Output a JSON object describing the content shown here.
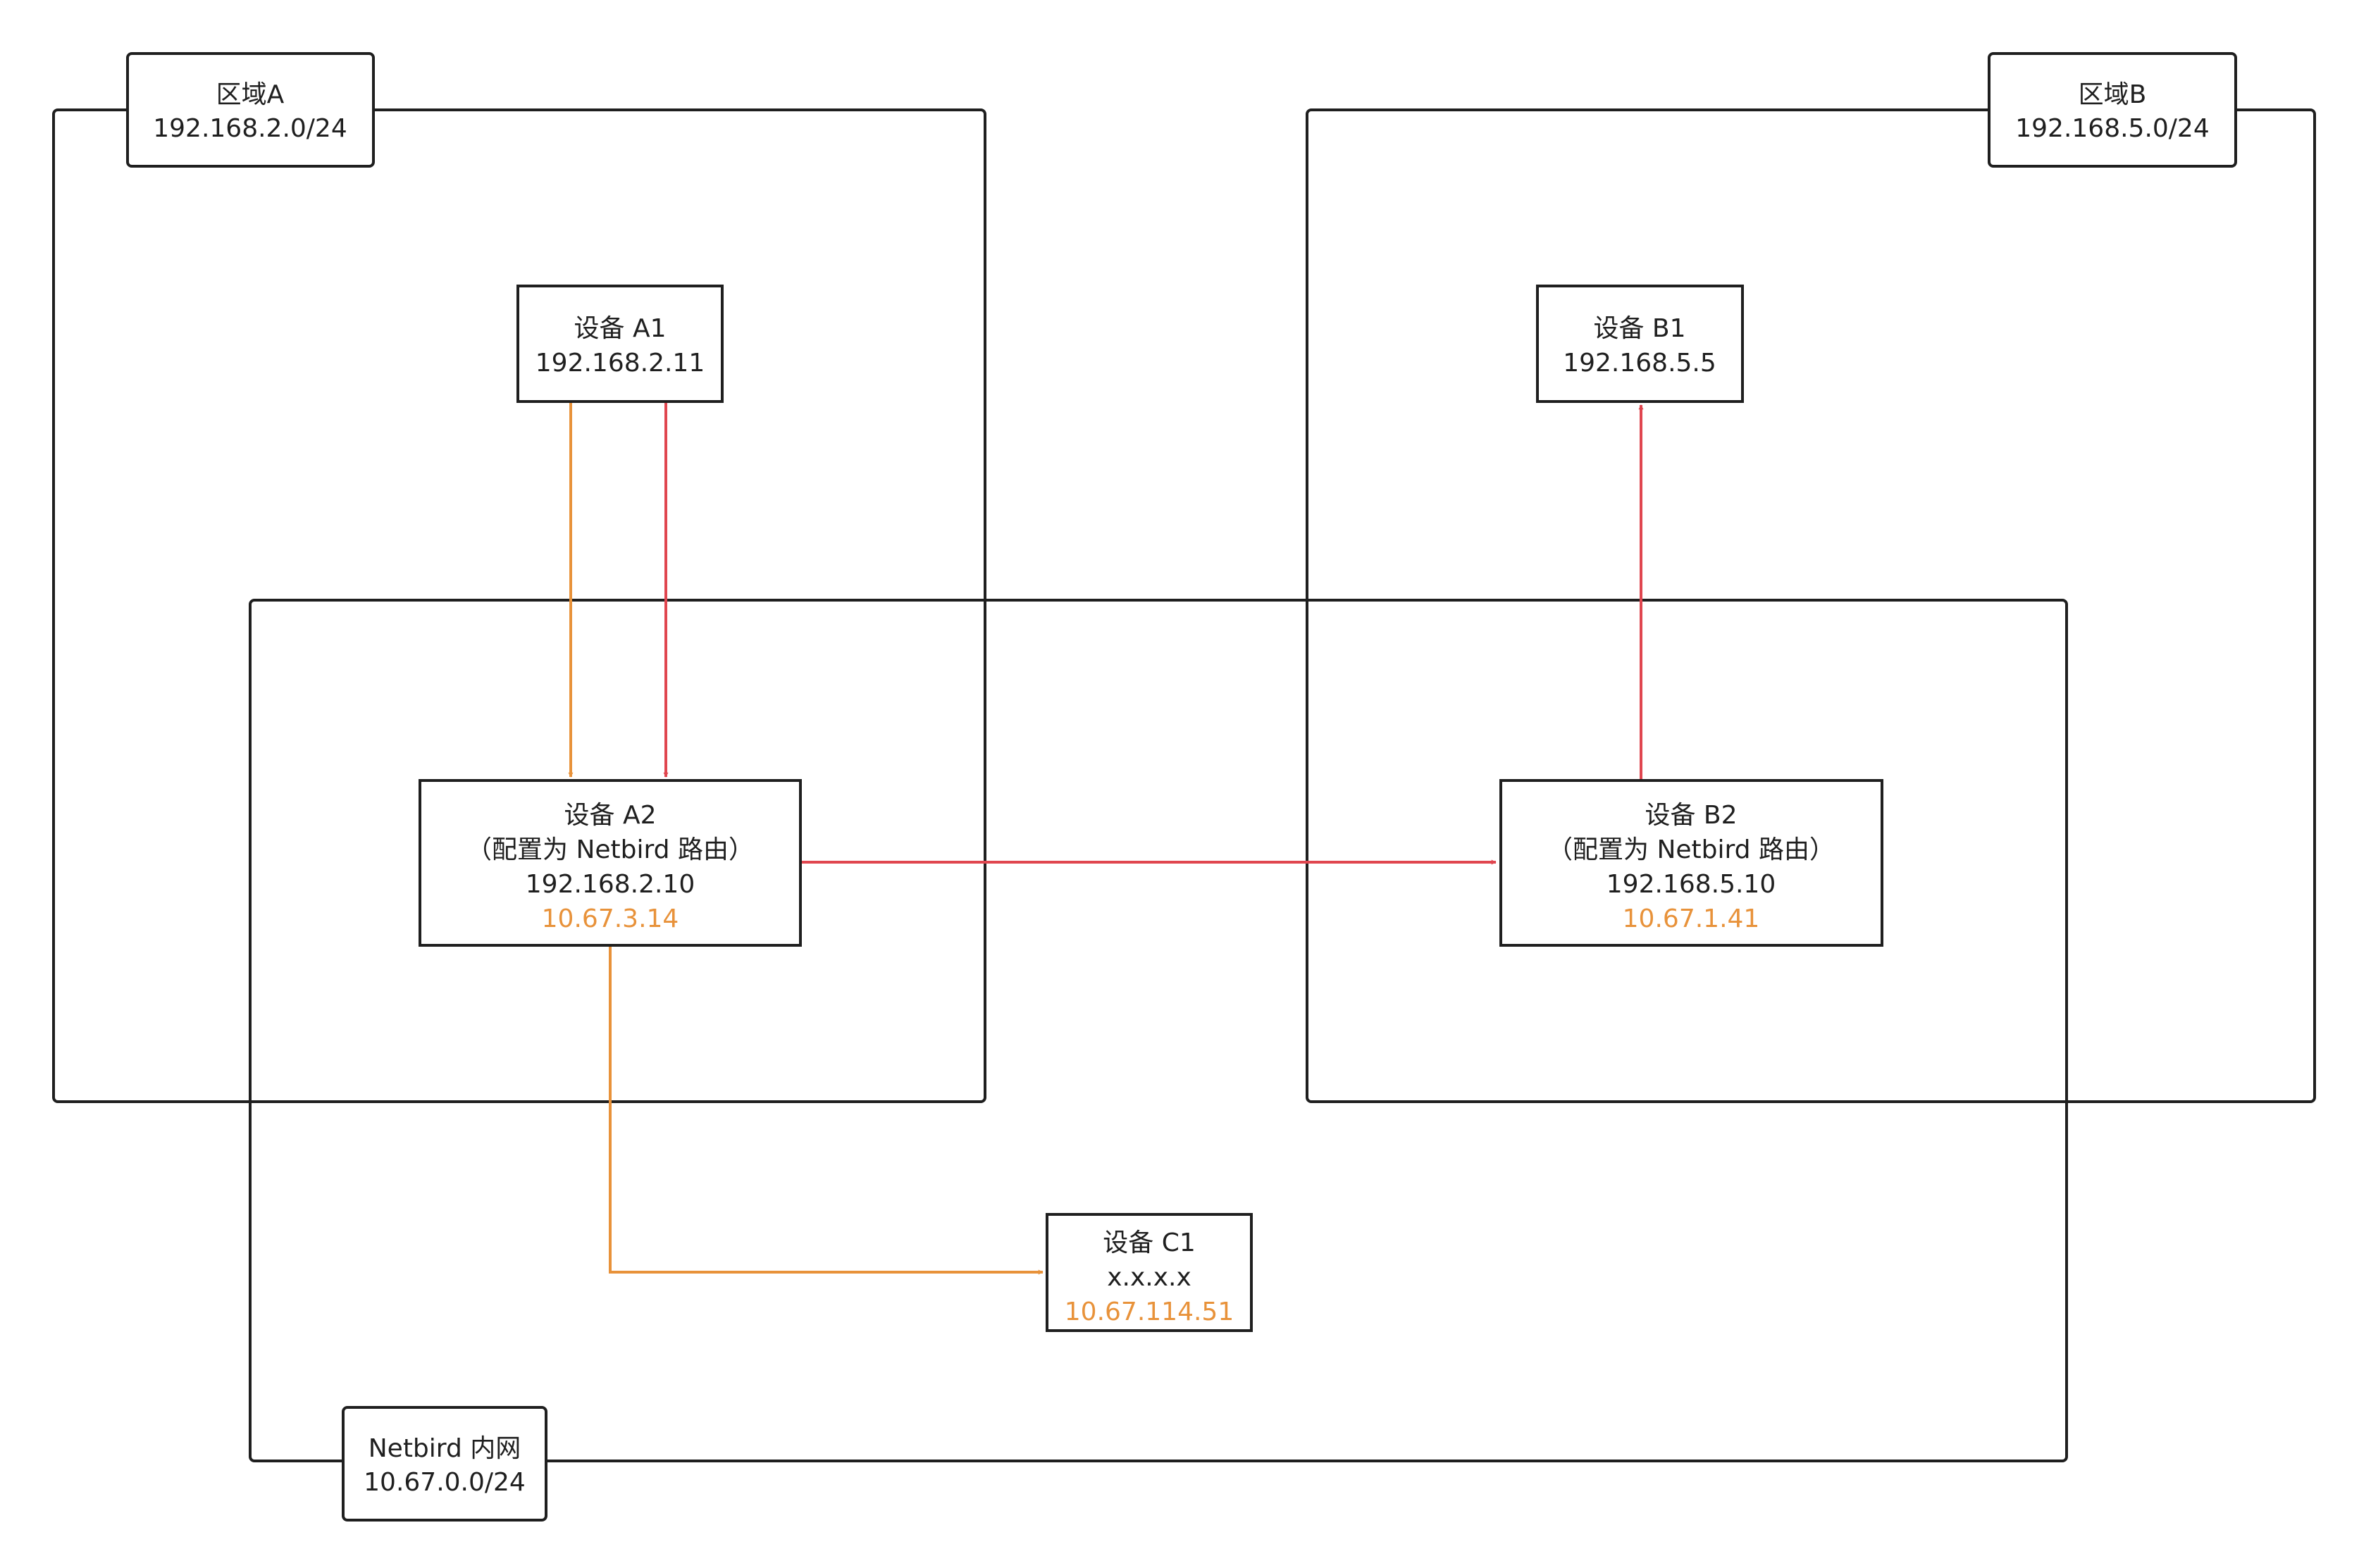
{
  "colors": {
    "line": "#1f1f1f",
    "orange_path": "#e8923a",
    "red_path": "#e0464f",
    "background": "#ffffff"
  },
  "zones": {
    "zone_a": {
      "name": "区域A",
      "subnet": "192.168.2.0/24"
    },
    "zone_b": {
      "name": "区域B",
      "subnet": "192.168.5.0/24"
    },
    "netbird": {
      "name": "Netbird 内网",
      "subnet": "10.67.0.0/24"
    }
  },
  "devices": {
    "a1": {
      "name": "设备 A1",
      "ip": "192.168.2.11"
    },
    "a2": {
      "name": "设备 A2",
      "role": "（配置为 Netbird 路由）",
      "ip": "192.168.2.10",
      "netbird_ip": "10.67.3.14"
    },
    "b1": {
      "name": "设备 B1",
      "ip": "192.168.5.5"
    },
    "b2": {
      "name": "设备 B2",
      "role": "（配置为 Netbird 路由）",
      "ip": "192.168.5.10",
      "netbird_ip": "10.67.1.41"
    },
    "c1": {
      "name": "设备 C1",
      "ip": "x.x.x.x",
      "netbird_ip": "10.67.114.51"
    }
  },
  "edges": [
    {
      "from": "设备 A1",
      "to": "设备 A2",
      "color": "orange"
    },
    {
      "from": "设备 A1",
      "to": "设备 A2",
      "color": "red"
    },
    {
      "from": "设备 A2",
      "to": "设备 B2",
      "color": "red"
    },
    {
      "from": "设备 B2",
      "to": "设备 B1",
      "color": "red"
    },
    {
      "from": "设备 A2",
      "to": "设备 C1",
      "color": "orange"
    }
  ]
}
